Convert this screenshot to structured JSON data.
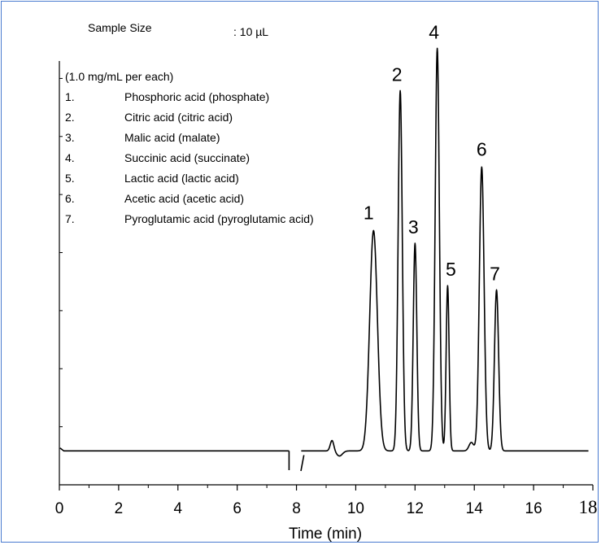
{
  "sample": {
    "label": "Sample Size",
    "value": ": 10 µL"
  },
  "legend": {
    "heading": "(1.0 mg/mL per each)",
    "items": [
      {
        "num": "1.",
        "text": "Phosphoric acid (phosphate)"
      },
      {
        "num": "2.",
        "text": "Citric acid (citric acid)"
      },
      {
        "num": "3.",
        "text": "Malic acid (malate)"
      },
      {
        "num": "4.",
        "text": "Succinic acid (succinate)"
      },
      {
        "num": "5.",
        "text": "Lactic acid (lactic acid)"
      },
      {
        "num": "6.",
        "text": "Acetic acid (acetic acid)"
      },
      {
        "num": "7.",
        "text": "Pyroglutamic acid (pyroglutamic acid)"
      }
    ]
  },
  "chart_data": {
    "type": "line",
    "title": "",
    "xlabel": "Time (min)",
    "ylabel": "",
    "xlim": [
      0,
      18
    ],
    "ylim": [
      0,
      1
    ],
    "x_ticks": [
      "0",
      "2",
      "4",
      "6",
      "8",
      "10",
      "12",
      "14",
      "16",
      "18"
    ],
    "grid": false,
    "baseline": 0.08,
    "peaks": [
      {
        "label": "1",
        "time": 10.6,
        "height": 0.52,
        "width": 0.13
      },
      {
        "label": "2",
        "time": 11.5,
        "height": 0.85,
        "width": 0.07
      },
      {
        "label": "3",
        "time": 12.0,
        "height": 0.49,
        "width": 0.06
      },
      {
        "label": "4",
        "time": 12.75,
        "height": 0.95,
        "width": 0.07
      },
      {
        "label": "5",
        "time": 13.1,
        "height": 0.39,
        "width": 0.05
      },
      {
        "label": "6",
        "time": 14.25,
        "height": 0.67,
        "width": 0.08
      },
      {
        "label": "7",
        "time": 14.75,
        "height": 0.38,
        "width": 0.07
      }
    ],
    "color": "#000000"
  }
}
